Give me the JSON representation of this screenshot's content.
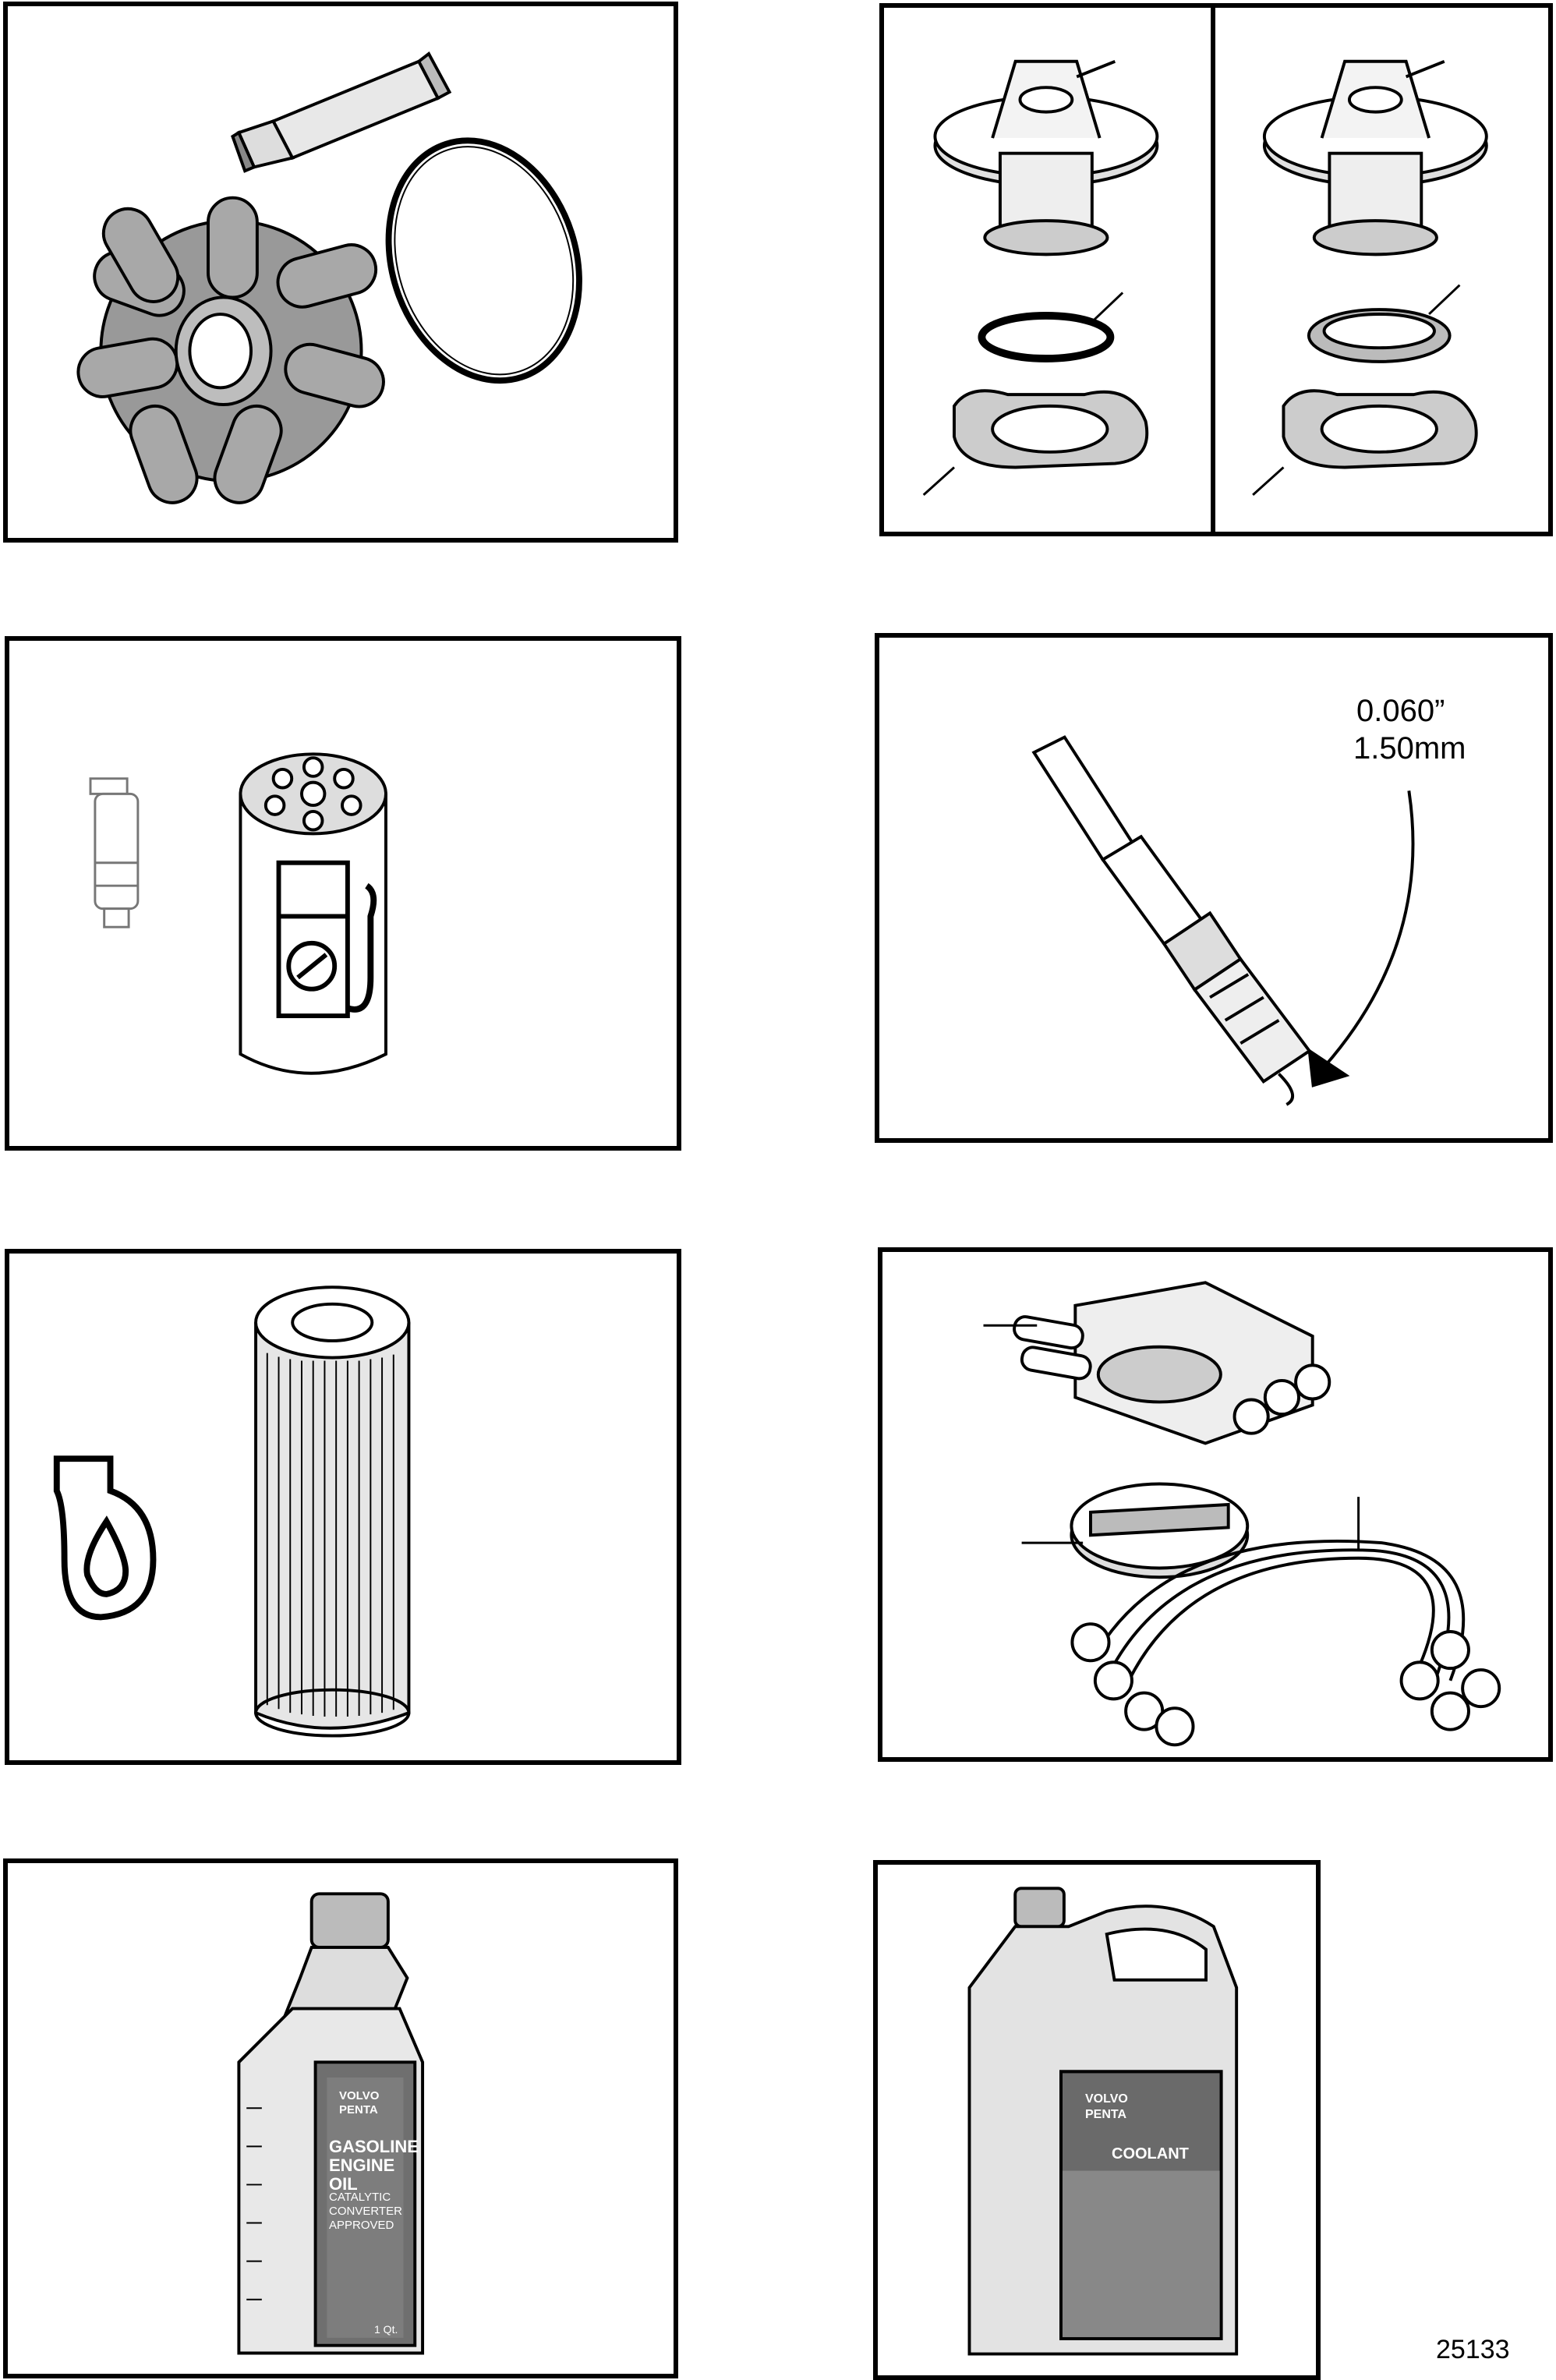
{
  "panels": [
    {
      "id": "impeller-kit"
    },
    {
      "id": "thermostat-kits"
    },
    {
      "id": "fuel-filter-and-pump"
    },
    {
      "id": "spark-plug"
    },
    {
      "id": "oil-filter"
    },
    {
      "id": "ignition-parts"
    },
    {
      "id": "engine-oil"
    },
    {
      "id": "coolant"
    }
  ],
  "spark_plug": {
    "gap_inch": "0.060”",
    "gap_mm": "1.50mm"
  },
  "oil_bottle": {
    "brand_line1": "VOLVO",
    "brand_line2": "PENTA",
    "product": "GASOLINE ENGINE OIL",
    "sub1": "CATALYTIC",
    "sub2": "CONVERTER",
    "sub3": "APPROVED",
    "volume": "1 Qt."
  },
  "coolant_jug": {
    "brand_line1": "VOLVO",
    "brand_line2": "PENTA",
    "product": "COOLANT"
  },
  "figure_number": "25133",
  "colors": {
    "line": "#000000",
    "fill_gray": "#999999",
    "fill_light": "#d6d6d6",
    "fill_dark": "#555555",
    "background": "#ffffff"
  }
}
